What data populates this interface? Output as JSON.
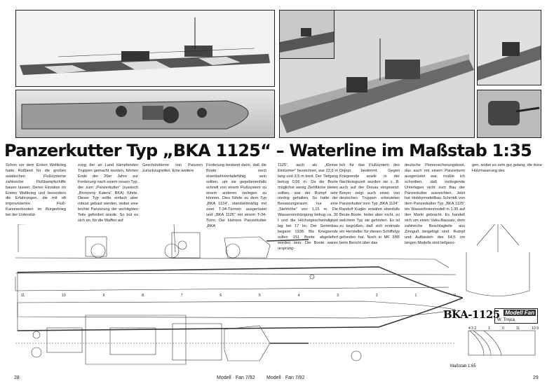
{
  "article": {
    "title": "Panzerkutter Typ „BKA 1125“ – Waterline im Maßstab 1:35",
    "columns": [
      "Schon vor dem Ersten Weltkrieg hatte Rußland für die großen asiatischen Flußsysteme zahlreiche Flußkampfschiffe bauen lassen. Deren Einsätze im Ersten Weltkrieg und besonders die Erfahrungen, die mit oft improvisierten Fluß-Kanonenbooten im Bürgerkrieg bei der Unterstüt-",
      "zung der an Land kämpfenden Truppen gemacht wurden, führten Ende der 20er Jahre zur Forderung nach einem neuen Typ, der zum „Panzerkutter“ (russisch „Bronovoy Katera“ BKA) führte. Dieser Typ sollte einfach aber robust gebaut werden, wobei eine leichte Panzerung der wichtigsten Teile gefordert wurde. So bot es sich an, für die Waffen auf",
      "Geschütztürme von Panzern zurückzugreifen. Eine weitere",
      "Forderung bestand darin, daß die Boote noch eisenbahnverladefähig sein sollten, um sie gegebenenfalls schnell von einem Flußsystem zu einem anderen verlegen zu können. Dies führte zu dem Typ „BKA 1124“, standardmäßig mit zwei T-34-Türmen ausgerüstet und „BKA 1125“ mit einem T-34-Turm. Der kleinere Panzerkutter „BKA",
      "1125“, auch als „Kleiner Eintürmer“ bezeichnet, war 22,6 m lang und 3,5 m breit. Der Tiefgang betrug 0,56 m. Da die Boote möglichst wenig Ziehfläche bieten sollten, war der Rumpf sehr niedrig gehalten. So hatte der Besatzungsraum nur eine „Stehhöhe“ von 1,15 m. Die Wasserverdrängung betrug ca. 30 t und die Höchstgeschwindigkeit lag bei 17 kn. Der Serienbau begann 1938. Bis Kriegsende sollen 151 Boote abgeliefert worden sein. Die Boote waren ursprüng-",
      "lich für das Flußsystem des Dnjepr bestimmt. Gegen Kriegsende sowie in der Nachkriegszeit wurden sie z. B. auch auf der Donau eingesetzt. Breyer zeigt auch einen von deutschen Truppen erbeuteten Panzerkutter vom Typ „BKA 1124“. Randolf Kugler erwähnt ebenfalls Beute-Boote, leider aber nicht, zu welchem Typ sie gehörten. Es ist zu begrüßen, daß sich erstmals ein Hersteller für diesen Schiffstyp gefunden hat. Noch in MF 3/85 beim Bericht über das",
      "deutsche Pioniersicherungsboot, das auch mit einem Panzerturm ausgerüstet war, mußte ich schreiben, daß vorliegende Unterlagen nicht zum Bau der Panzerkutter ausreichten. Jetzt hat Hobbymodellbau Schmidt von dem Panzerkutter Typ „BKA 1125“ ein Wasserlinienmodell in 1:35 auf den Markt gebracht. Es handelt sich um einen Vaku-Bausatz, dem zahlreiche Beschlagteile aus Zinnguß beigefügt sind. Rumpf und Aufbauten des 64,5 cm langen Modells sind tiefgezo-",
      "gen, wobei es sehr gut gelang, die feine Holzmaserung des"
    ]
  },
  "drawing": {
    "name_logo": "BKA-1125",
    "badge_brand": "Modell Fan",
    "badge_author": "W. Trojca",
    "scale": "Maßstab 1:65",
    "stations": [
      "11",
      "10",
      "9",
      "8",
      "7",
      "6",
      "5",
      "4",
      "3",
      "2",
      "1",
      "0"
    ],
    "section_labels": [
      "4 3 2",
      "1",
      "0",
      "11",
      "10 9"
    ]
  },
  "footer": {
    "page_left": "28",
    "page_right": "29",
    "magazine_left": "Modell · Fan 7/92",
    "magazine_right": "Modell · Fan 7/92"
  }
}
